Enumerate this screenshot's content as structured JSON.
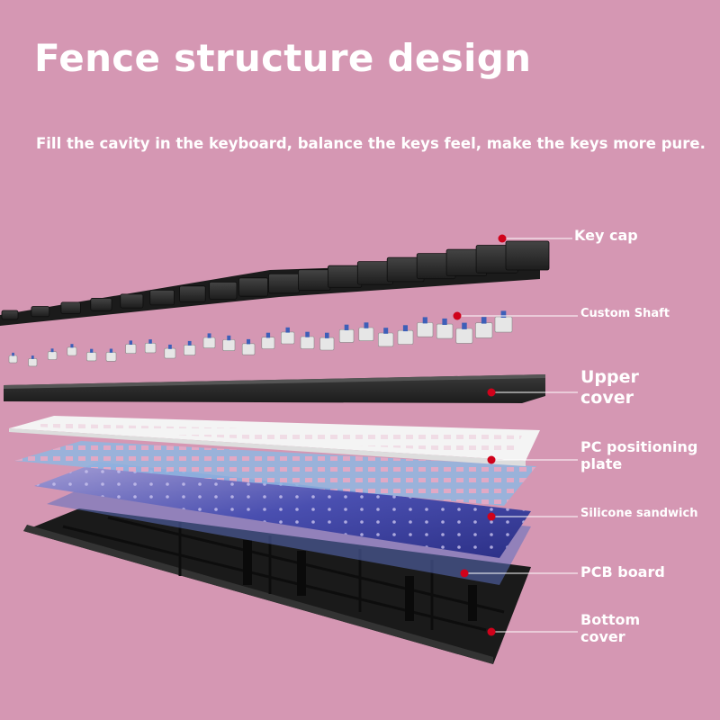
{
  "header": {
    "title": "Fence structure design",
    "subtitle": "Fill the cavity in the keyboard, balance the keys feel, make the keys more pure."
  },
  "layers": [
    {
      "id": "keycap",
      "label": "Key cap",
      "icon": "keycap-layer"
    },
    {
      "id": "shaft",
      "label": "Custom Shaft",
      "icon": "switch-layer"
    },
    {
      "id": "upper",
      "label": "Upper cover",
      "icon": "upper-cover-layer"
    },
    {
      "id": "pcplate",
      "label": "PC positioning plate",
      "icon": "positioning-plate-layer"
    },
    {
      "id": "silicone",
      "label": "Silicone sandwich",
      "icon": "silicone-layer"
    },
    {
      "id": "pcb",
      "label": "PCB board",
      "icon": "pcb-layer"
    },
    {
      "id": "bottom",
      "label": "Bottom cover",
      "icon": "bottom-cover-layer"
    }
  ],
  "colors": {
    "background": "#d597b3",
    "marker": "#d0021b",
    "keycap": "#2b2b2b",
    "silicone": "#3b4a9e",
    "plate": "#f2f2f2"
  }
}
